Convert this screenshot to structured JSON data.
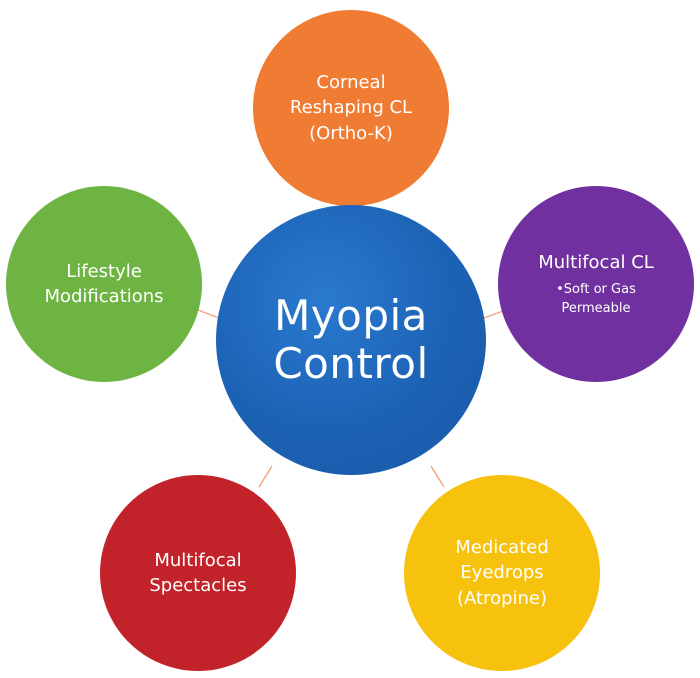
{
  "center": {
    "lines": [
      "Myopia",
      "Control"
    ],
    "color": "#1c62b4"
  },
  "nodes": {
    "top": {
      "lines": [
        "Corneal",
        "Reshaping CL",
        "(Ortho-K)"
      ],
      "color": "#f07c33"
    },
    "left": {
      "lines": [
        "Lifestyle",
        "Modifications"
      ],
      "color": "#6eb443"
    },
    "right": {
      "lines": [
        "Multifocal CL"
      ],
      "sub_lines": [
        "•Soft or Gas",
        "Permeable"
      ],
      "color": "#70309f"
    },
    "bottom_left": {
      "lines": [
        "Multifocal",
        "Spectacles"
      ],
      "color": "#c2232a"
    },
    "bottom_right": {
      "lines": [
        "Medicated",
        "Eyedrops",
        "(Atropine)"
      ],
      "color": "#f6c20e"
    }
  },
  "connector_color": "#f3a47a"
}
